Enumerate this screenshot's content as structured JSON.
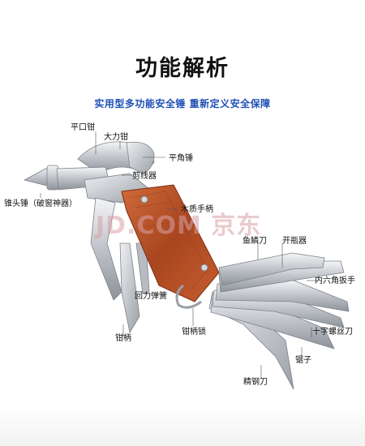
{
  "header": {
    "title": "功能解析",
    "subtitle": "实用型多功能安全锤 重新定义安全保障"
  },
  "watermark": {
    "text": "JD.COM 京东"
  },
  "parts": [
    {
      "id": "flat-pliers",
      "label": "平口钳"
    },
    {
      "id": "power-pliers",
      "label": "大力钳"
    },
    {
      "id": "flat-hammer",
      "label": "平角锤"
    },
    {
      "id": "wire-cutter",
      "label": "剪线器"
    },
    {
      "id": "cone-hammer",
      "label": "锥头锤（破窗神器）"
    },
    {
      "id": "wood-handle",
      "label": "木质手柄"
    },
    {
      "id": "scaling-knife",
      "label": "鱼鳞刀"
    },
    {
      "id": "bottle-opener",
      "label": "开瓶器"
    },
    {
      "id": "hex-wrench",
      "label": "内六角扳手"
    },
    {
      "id": "return-spring",
      "label": "回力弹簧"
    },
    {
      "id": "pliers-handle",
      "label": "钳柄"
    },
    {
      "id": "handle-lock",
      "label": "钳柄锁"
    },
    {
      "id": "cross-screwdriver",
      "label": "十字螺丝刀"
    },
    {
      "id": "saw",
      "label": "锯子"
    },
    {
      "id": "steel-knife",
      "label": "精钢刀"
    }
  ],
  "colors": {
    "title": "#111111",
    "subtitle": "#1f4fb5",
    "wood": "#b5502a",
    "steel": "#c9ccd1"
  }
}
